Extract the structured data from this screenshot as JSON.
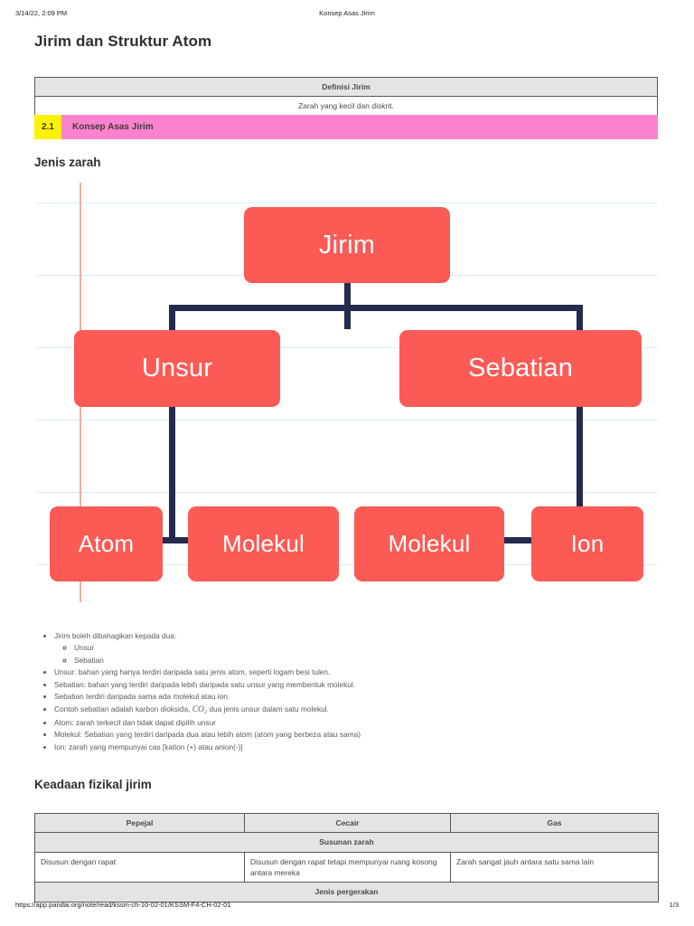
{
  "print_header": {
    "left": "3/14/22, 2:09 PM",
    "center": "Konsep Asas Jirim"
  },
  "print_footer": {
    "url": "https://app.pandai.org/note/read/kssm-ch-10-02-01/KSSM-F4-CH-02-01",
    "page": "1/3"
  },
  "doc": {
    "title": "Jirim dan Struktur Atom"
  },
  "definisi_table": {
    "header": "Definisi Jirim",
    "row": "Zarah yang kecil dan diskrit."
  },
  "banner": {
    "number": "2.1",
    "label": "Konsep Asas Jirim",
    "bg_color": "#fb83cd",
    "num_bg_color": "#fdf200"
  },
  "sections": {
    "jenis_zarah": "Jenis zarah",
    "keadaan_fizikal": "Keadaan fizikal jirim"
  },
  "diagram": {
    "node_color": "#fb5a55",
    "connector_color": "#262a4d",
    "gridline_color": "#d8eefb",
    "margin_line_color": "#fba9a4",
    "nodes": {
      "root": "Jirim",
      "branch_left": "Unsur",
      "branch_right": "Sebatian",
      "leaf_1": "Atom",
      "leaf_2": "Molekul",
      "leaf_3": "Molekul",
      "leaf_4": "Ion"
    }
  },
  "bullets": [
    {
      "level": 1,
      "text": "Jirim boleh dibahagikan kepada dua:"
    },
    {
      "level": 2,
      "text": "Unsur"
    },
    {
      "level": 2,
      "text": "Sebatian"
    },
    {
      "level": 1,
      "text": "Unsur: bahan yang hanya terdiri daripada satu jenis atom, seperti logam besi tulen."
    },
    {
      "level": 1,
      "text": "Sebatian: bahan yang terdiri daripada lebih daripada satu unsur yang membentuk molekul."
    },
    {
      "level": 1,
      "text": "Sebatian terdiri daripada sama ada molekul atau ion."
    },
    {
      "level": 1,
      "text_before": "Contoh sebatian adalah karbon dioksida,",
      "formula": "CO₂",
      "text_after": "dua jenis unsur dalam satu molekul."
    },
    {
      "level": 1,
      "text": "Atom: zarah terkecil dan tidak dapat  dipilih unsur"
    },
    {
      "level": 1,
      "text": "Molekul: Sebatian yang terdiri daripada dua atau lebih atom (atom yang berbeza atau sama)"
    },
    {
      "level": 1,
      "text": "Ion: zarah yang mempunyai cas [kation (+) atau anion(-)]"
    }
  ],
  "keadaan_table": {
    "headers": [
      "Pepejal",
      "Cecair",
      "Gas"
    ],
    "subheader_1": "Susunan zarah",
    "body_row": [
      "Disusun dengan rapat",
      "Disusun dengan rapat tetapi mempunyai ruang kosong antara mereka",
      "Zarah sangat jauh antara satu sama lain"
    ],
    "subheader_2": "Jenis pergerakan"
  }
}
